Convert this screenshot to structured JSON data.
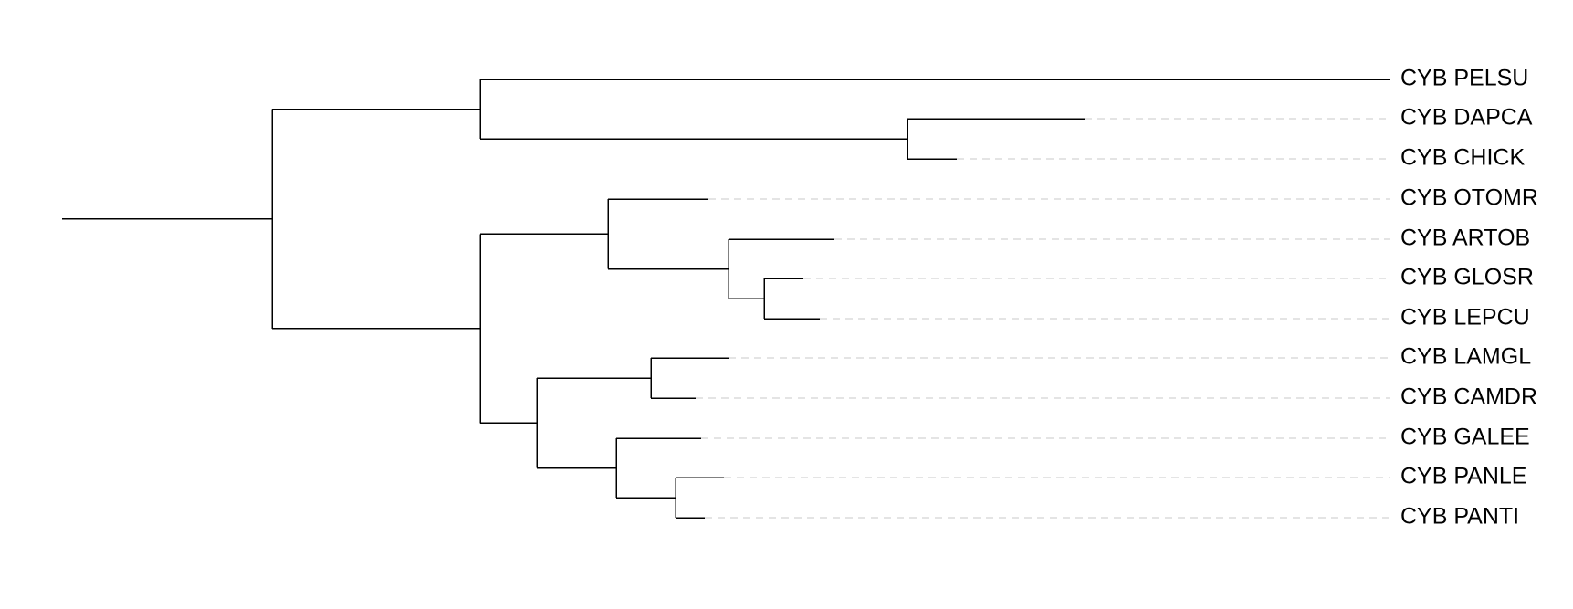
{
  "tree": {
    "id": "root",
    "children": [
      {
        "id": "n1",
        "children": [
          {
            "id": "pelsu",
            "label": "CYB PELSU"
          },
          {
            "id": "n2",
            "children": [
              {
                "id": "dapca",
                "label": "CYB DAPCA"
              },
              {
                "id": "chick",
                "label": "CYB CHICK"
              }
            ]
          }
        ]
      },
      {
        "id": "n3",
        "children": [
          {
            "id": "n4",
            "children": [
              {
                "id": "otomr",
                "label": "CYB OTOMR"
              },
              {
                "id": "n5",
                "children": [
                  {
                    "id": "artob",
                    "label": "CYB ARTOB"
                  },
                  {
                    "id": "n6",
                    "children": [
                      {
                        "id": "glosr",
                        "label": "CYB GLOSR"
                      },
                      {
                        "id": "lepcu",
                        "label": "CYB LEPCU"
                      }
                    ]
                  }
                ]
              }
            ]
          },
          {
            "id": "n7",
            "children": [
              {
                "id": "n8",
                "children": [
                  {
                    "id": "lamgl",
                    "label": "CYB LAMGL"
                  },
                  {
                    "id": "camdr",
                    "label": "CYB CAMDR"
                  }
                ]
              },
              {
                "id": "n9",
                "children": [
                  {
                    "id": "galee",
                    "label": "CYB GALEE"
                  },
                  {
                    "id": "n10",
                    "children": [
                      {
                        "id": "panle",
                        "label": "CYB PANLE"
                      },
                      {
                        "id": "panti",
                        "label": "CYB PANTI"
                      }
                    ]
                  }
                ]
              }
            ]
          }
        ]
      }
    ]
  },
  "leaves": [
    {
      "label": "CYB PELSU"
    },
    {
      "label": "CYB DAPCA"
    },
    {
      "label": "CYB CHICK"
    },
    {
      "label": "CYB OTOMR"
    },
    {
      "label": "CYB ARTOB"
    },
    {
      "label": "CYB GLOSR"
    },
    {
      "label": "CYB LEPCU"
    },
    {
      "label": "CYB LAMGL"
    },
    {
      "label": "CYB CAMDR"
    },
    {
      "label": "CYB GALEE"
    },
    {
      "label": "CYB PANLE"
    },
    {
      "label": "CYB PANTI"
    }
  ]
}
